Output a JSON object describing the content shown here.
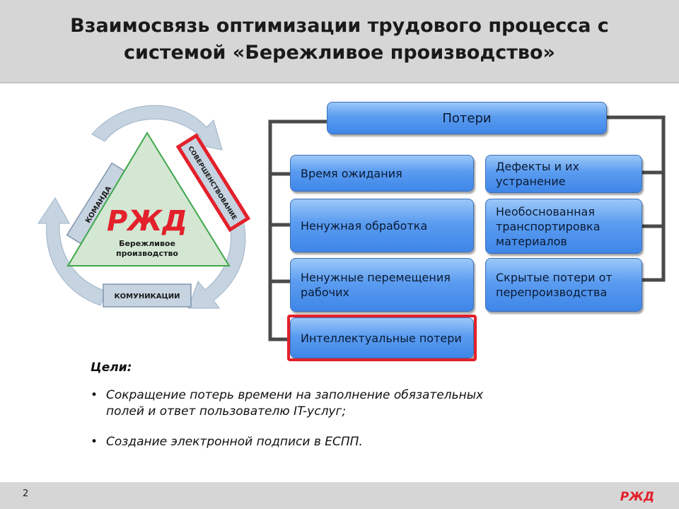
{
  "header": {
    "title_line1": "Взаимосвязь оптимизации трудового процесса с",
    "title_line2": "системой «Бережливое производство»"
  },
  "left_diagram": {
    "logo_text": "РЖД",
    "center_line1": "Бережливое",
    "center_line2": "производство",
    "label_team": "КОМАНДА",
    "label_improvement": "СОВЕРШЕНСТВОВАНИЕ",
    "label_communication": "КОМУНИКАЦИИ",
    "colors": {
      "triangle_fill": "#d3e7d3",
      "triangle_stroke": "#3fa64a",
      "arrow_fill": "#c6d3e0",
      "highlight": "#e3212b"
    }
  },
  "losses": {
    "header": "Потери",
    "left_items": [
      {
        "label": "Время ожидания"
      },
      {
        "label": "Ненужная обработка"
      },
      {
        "label": "Ненужные перемещения рабочих"
      },
      {
        "label": "Интеллектуальные потери"
      }
    ],
    "right_items": [
      {
        "label": "Дефекты и их устранение"
      },
      {
        "label": "Необоснованная транспортировка материалов"
      },
      {
        "label": "Скрытые потери от перепроизводства"
      }
    ]
  },
  "goals": {
    "title": "Цели:",
    "items": [
      {
        "line1": "Сокращение потерь времени на заполнение обязательных",
        "line2": "полей и ответ пользователю IT-услуг;"
      },
      {
        "line1": "Создание электронной подписи в ЕСПП."
      }
    ]
  },
  "footer": {
    "page_number": "2",
    "logo_text": "РЖД"
  }
}
